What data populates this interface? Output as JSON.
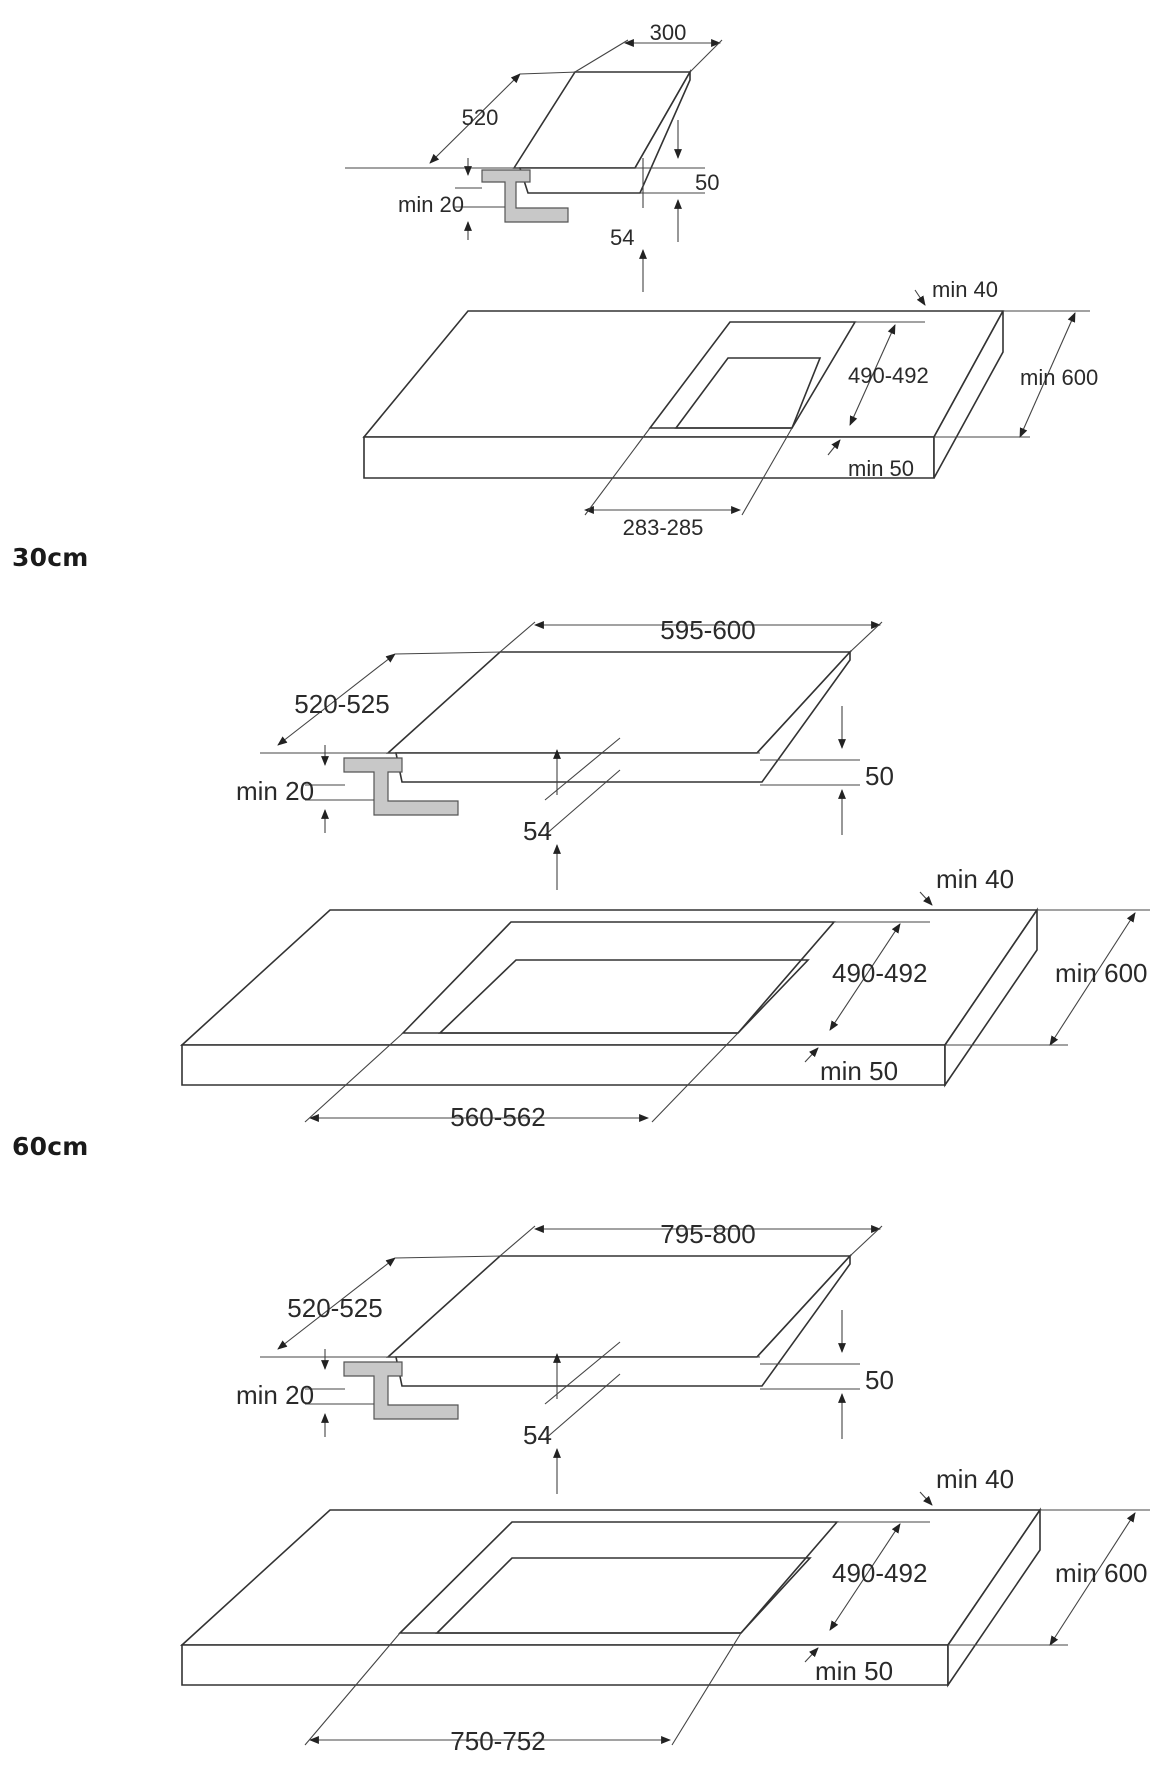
{
  "sections": [
    {
      "title": "",
      "dims": {
        "hob_width": "300",
        "hob_depth": "520",
        "hob_height": "50",
        "clearance": "54",
        "min_gap": "min 20",
        "back_margin": "min 40",
        "cutout_depth": "490-492",
        "worktop_depth": "min 600",
        "worktop_thickness": "min 50",
        "cutout_width": "283-285"
      }
    },
    {
      "title": "30cm",
      "dims": {
        "hob_width": "595-600",
        "hob_depth": "520-525",
        "hob_height": "50",
        "clearance": "54",
        "min_gap": "min 20",
        "back_margin": "min 40",
        "cutout_depth": "490-492",
        "worktop_depth": "min 600",
        "worktop_thickness": "min 50",
        "cutout_width": "560-562"
      }
    },
    {
      "title": "60cm",
      "dims": {
        "hob_width": "795-800",
        "hob_depth": "520-525",
        "hob_height": "50",
        "clearance": "54",
        "min_gap": "min 20",
        "back_margin": "min 40",
        "cutout_depth": "490-492",
        "worktop_depth": "min 600",
        "worktop_thickness": "min 50",
        "cutout_width": "750-752"
      }
    }
  ]
}
